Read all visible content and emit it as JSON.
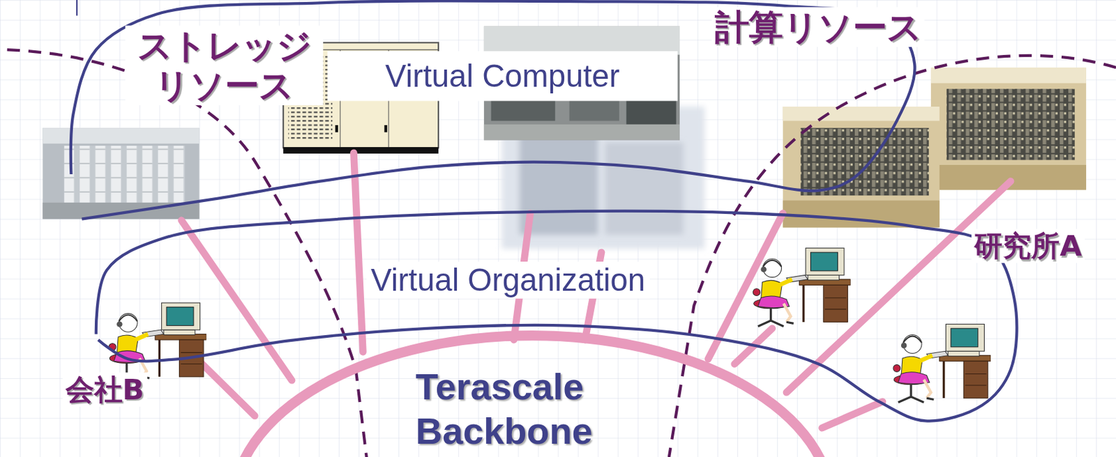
{
  "diagram": {
    "nodes": [
      {
        "text": [
          "Virtual Computer"
        ]
      },
      {
        "text": [
          "Virtual Organization"
        ]
      },
      {
        "text": [
          "Terascale Backbone"
        ]
      }
    ],
    "labels": [
      "ストレッジ リソース",
      "計算リソース",
      "研究所A",
      "会社B"
    ]
  }
}
